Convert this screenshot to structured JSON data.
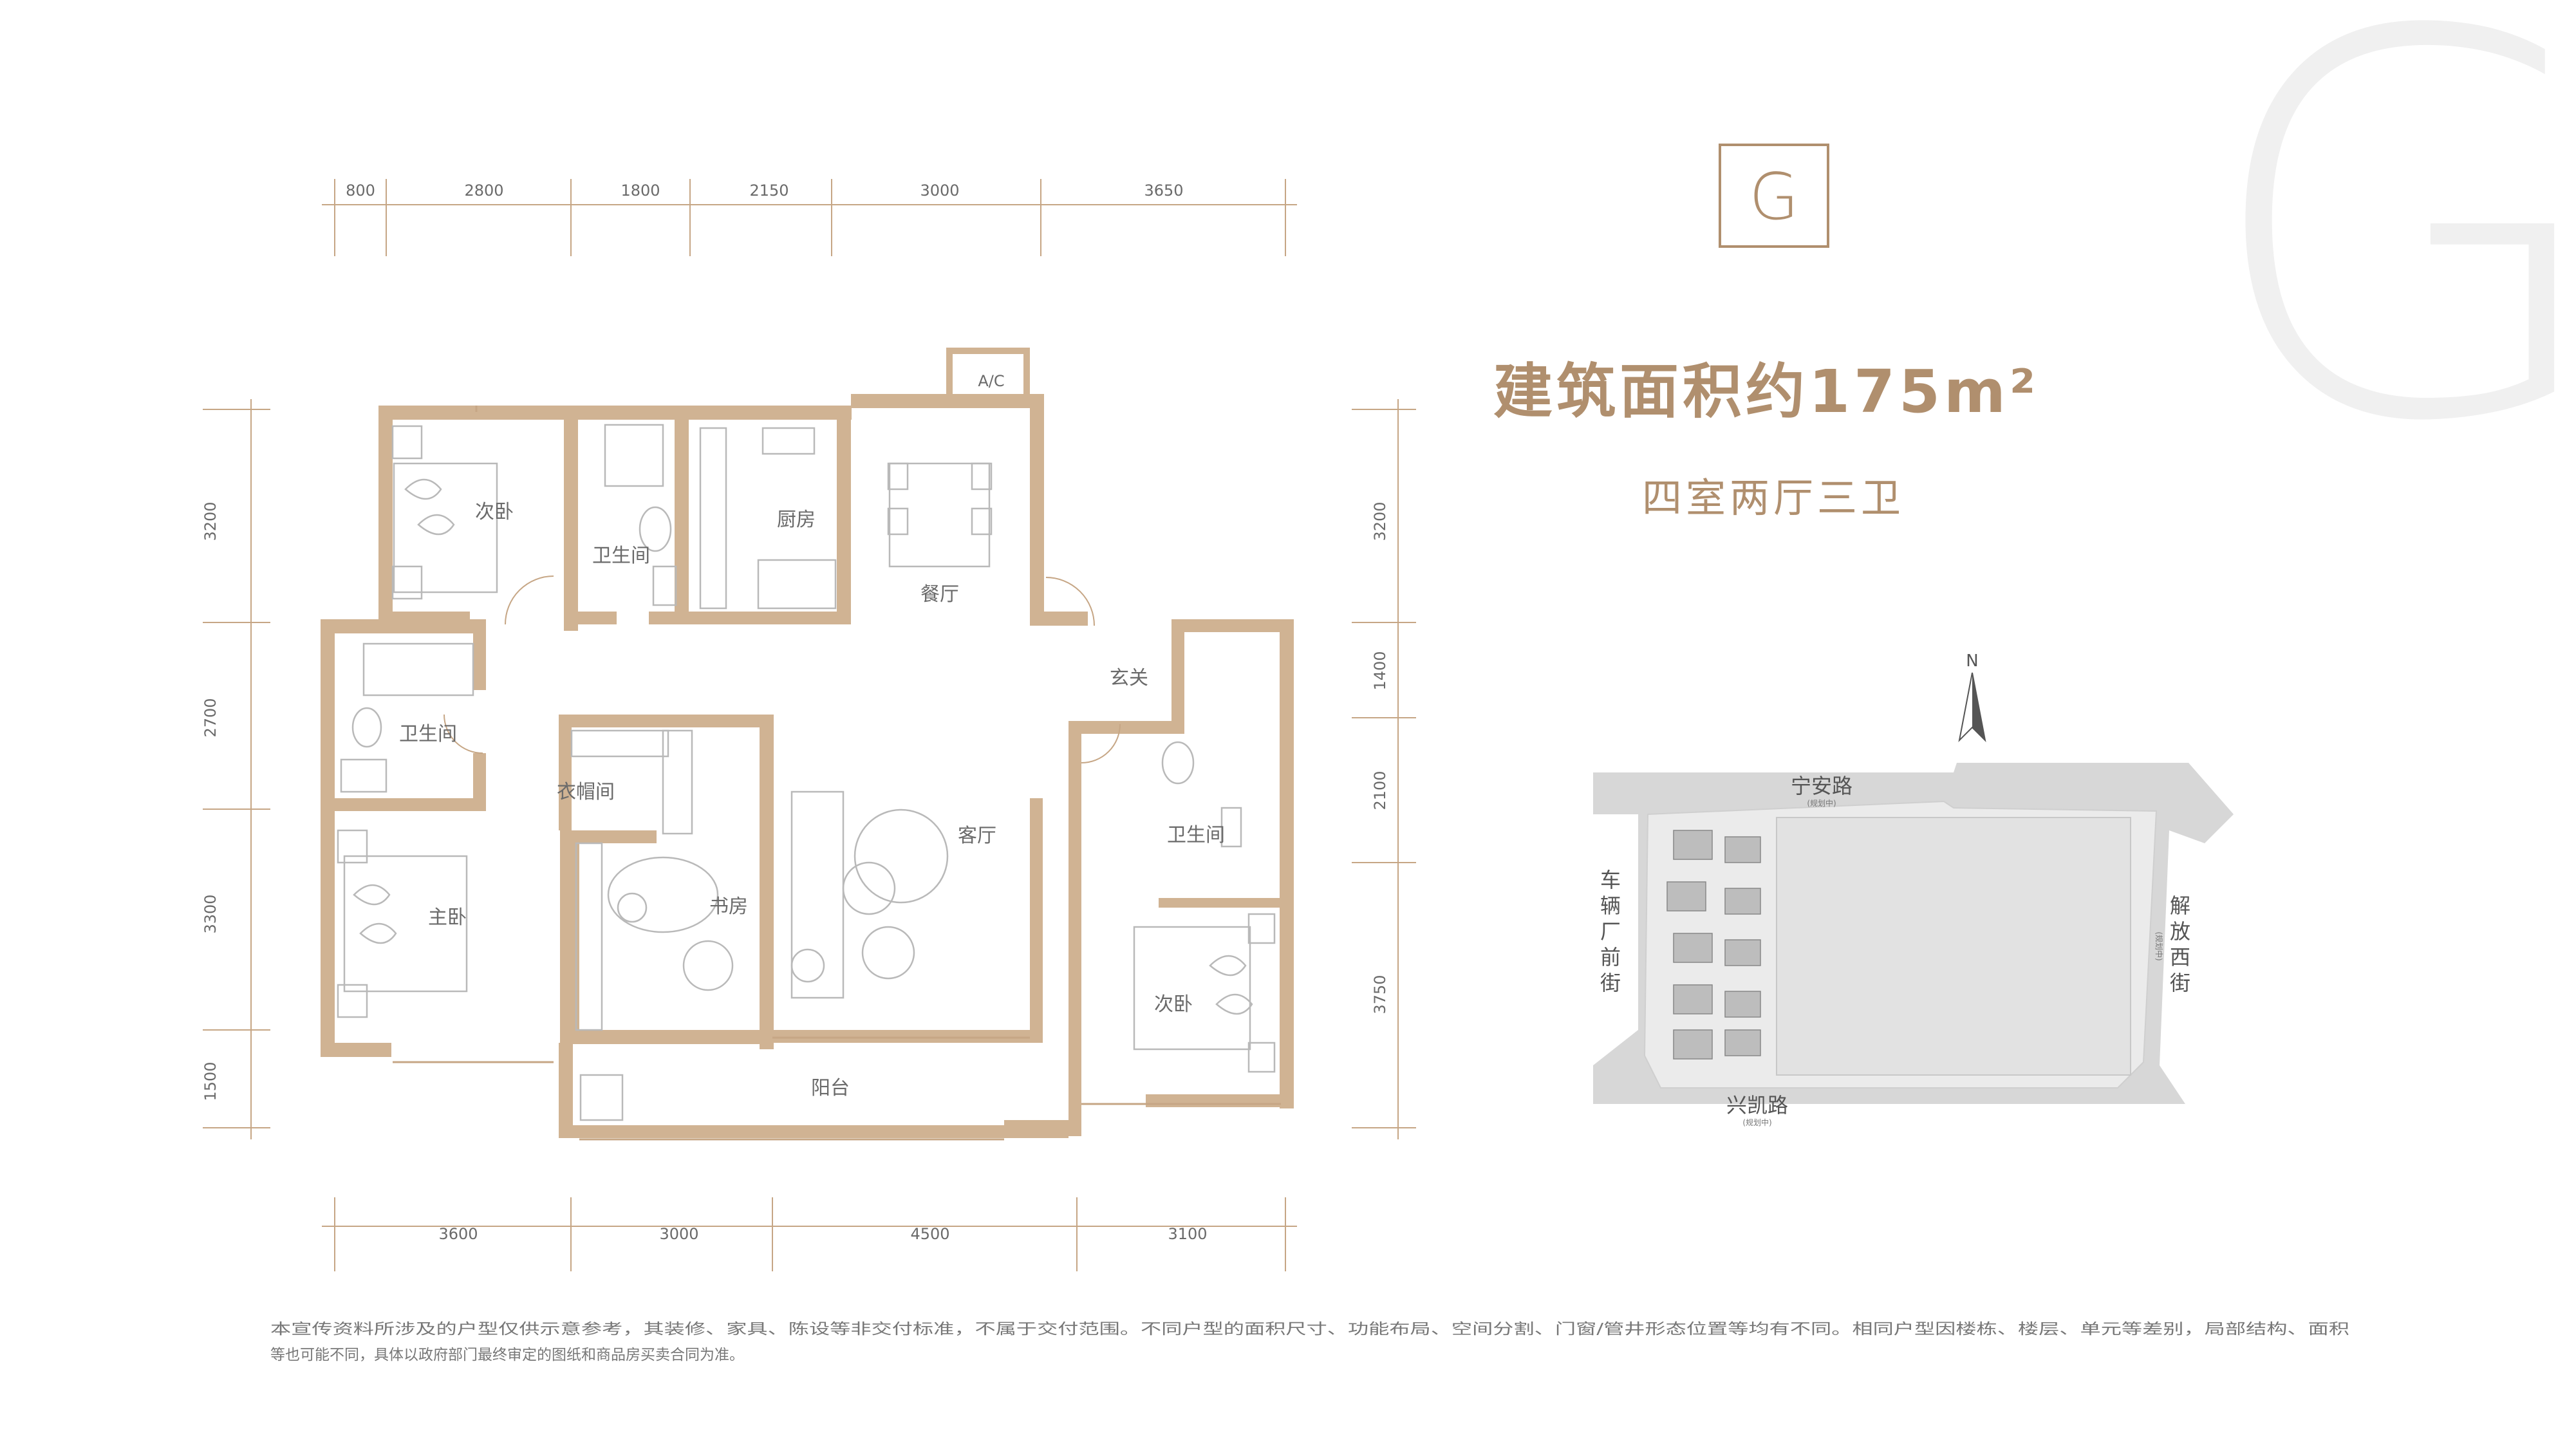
{
  "colors": {
    "wall": "#d0b393",
    "accent": "#b08f6e",
    "line": "#c6a685",
    "text_dark": "#555555",
    "watermark": "#f0f0f0",
    "map_road": "#d7d7d7",
    "map_bg": "#ebebeb"
  },
  "plan": {
    "badge_letter": "G",
    "watermark_letter": "G",
    "area_title": "建筑面积约175m²",
    "layout_subtitle": "四室两厅三卫",
    "north": "N",
    "ac_label": "A/C"
  },
  "dimensions": {
    "top": [
      "800",
      "2800",
      "1800",
      "2150",
      "3000",
      "3650"
    ],
    "bottom": [
      "3600",
      "3000",
      "4500",
      "3100"
    ],
    "left": [
      "3200",
      "2700",
      "3300",
      "1500"
    ],
    "right": [
      "3200",
      "1400",
      "2100",
      "3750"
    ]
  },
  "rooms": {
    "bedroom_second_top": "次卧",
    "bath_top": "卫生间",
    "kitchen": "厨房",
    "dining": "餐厅",
    "entry": "玄关",
    "bath_left": "卫生间",
    "closet": "衣帽间",
    "master": "主卧",
    "study": "书房",
    "living": "客厅",
    "bath_right": "卫生间",
    "bedroom_second_right": "次卧",
    "balcony": "阳台"
  },
  "site_map": {
    "road_north": "宁安路",
    "road_north_sub": "(规划中)",
    "road_west": "车辆厂前街",
    "road_east": "解放西街",
    "road_east_sub": "(规划中)",
    "road_south": "兴凯路",
    "road_south_sub": "(规划中)"
  },
  "disclaimer": {
    "line1": "本宣传资料所涉及的户型仅供示意参考，其装修、家具、陈设等非交付标准，不属于交付范围。不同户型的面积尺寸、功能布局、空间分割、门窗/管井形态位置等均有不同。相同户型因楼栋、楼层、单元等差别，局部结构、面积",
    "line2": "等也可能不同，具体以政府部门最终审定的图纸和商品房买卖合同为准。"
  }
}
